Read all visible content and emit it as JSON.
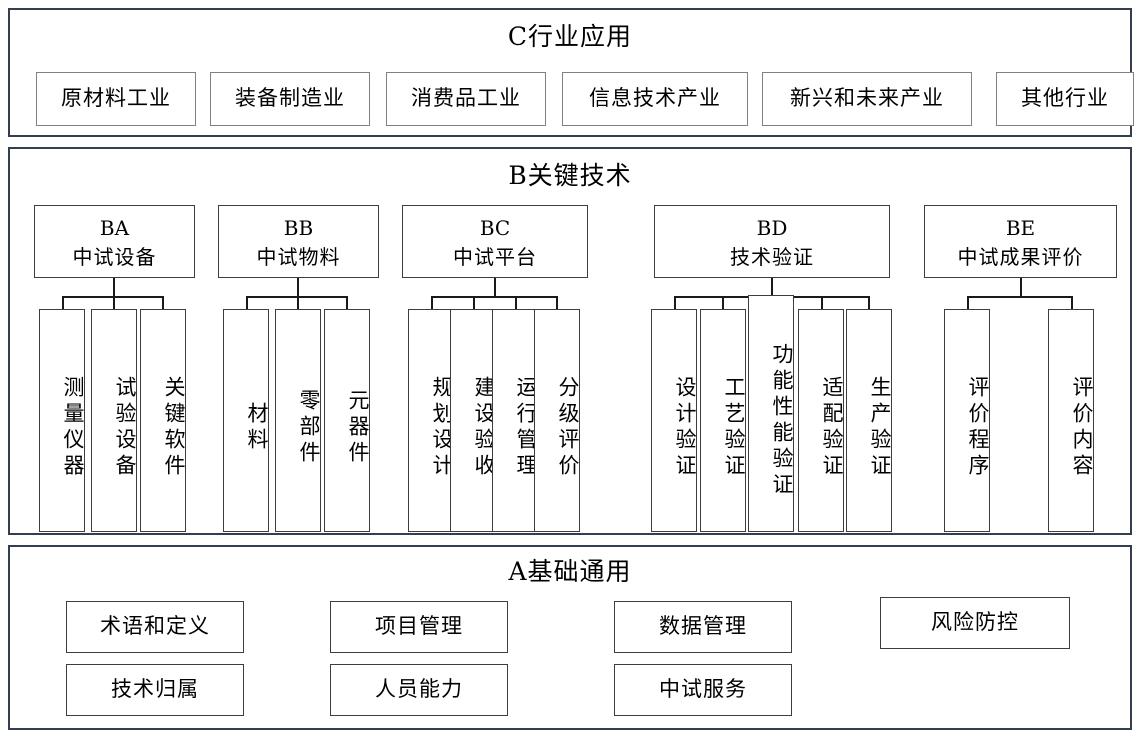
{
  "diagram": {
    "title_c": "C行业应用",
    "title_b": "B关键技术",
    "title_a": "A基础通用"
  },
  "section_c": {
    "label": "C行业应用",
    "items": [
      {
        "label": "原材料工业"
      },
      {
        "label": "装备制造业"
      },
      {
        "label": "消费品工业"
      },
      {
        "label": "信息技术产业"
      },
      {
        "label": "新兴和未来产业"
      },
      {
        "label": "其他行业"
      }
    ]
  },
  "section_b": {
    "label": "B关键技术",
    "groups": [
      {
        "code": "BA",
        "name": "中试设备",
        "children": [
          {
            "label": "测量仪器"
          },
          {
            "label": "试验设备"
          },
          {
            "label": "关键软件"
          }
        ]
      },
      {
        "code": "BB",
        "name": "中试物料",
        "children": [
          {
            "label": "材料"
          },
          {
            "label": "零部件"
          },
          {
            "label": "元器件"
          }
        ]
      },
      {
        "code": "BC",
        "name": "中试平台",
        "children": [
          {
            "label": "规划设计"
          },
          {
            "label": "建设验收"
          },
          {
            "label": "运行管理"
          },
          {
            "label": "分级评价"
          }
        ]
      },
      {
        "code": "BD",
        "name": "技术验证",
        "children": [
          {
            "label": "设计验证"
          },
          {
            "label": "工艺验证"
          },
          {
            "label": "功能性能验证"
          },
          {
            "label": "适配验证"
          },
          {
            "label": "生产验证"
          }
        ]
      },
      {
        "code": "BE",
        "name": "中试成果评价",
        "children": [
          {
            "label": "评价程序"
          },
          {
            "label": "评价内容"
          }
        ]
      }
    ]
  },
  "section_a": {
    "label": "A基础通用",
    "row1": [
      {
        "label": "术语和定义"
      },
      {
        "label": "项目管理"
      },
      {
        "label": "数据管理"
      },
      {
        "label": "风险防控"
      }
    ],
    "row2": [
      {
        "label": "技术归属"
      },
      {
        "label": "人员能力"
      },
      {
        "label": "中试服务"
      }
    ]
  },
  "colors": {
    "frame_border": "#333f50",
    "box_border": "#808080",
    "connector": "#1a1a1a",
    "text": "#000000",
    "background": "#ffffff"
  }
}
